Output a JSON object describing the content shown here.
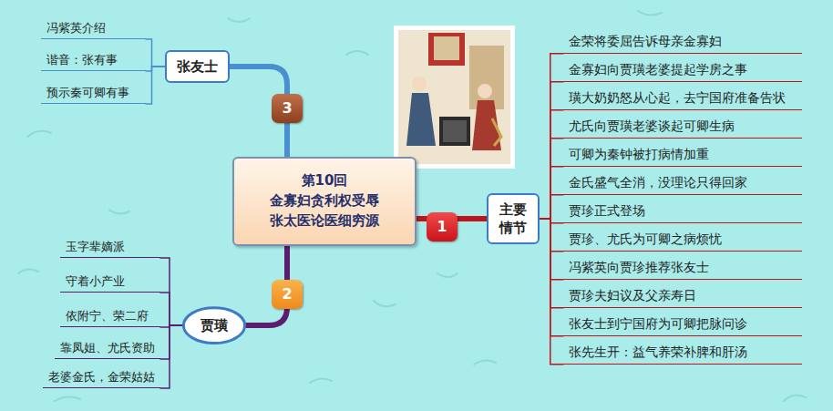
{
  "diagram": {
    "nodes": [
      {
        "text": [
          "第10回 金寡妇贪利权受辱 张太医论医细穷源"
        ]
      },
      {
        "text": [
          "主要情节"
        ]
      },
      {
        "text": [
          "金荣将委屈告诉母亲金寡妇"
        ]
      },
      {
        "text": [
          "金寡妇向贾璜老婆提起学房之事"
        ]
      },
      {
        "text": [
          "璜大奶奶怒从心起，去宁国府准备告状"
        ]
      },
      {
        "text": [
          "尤氏向贾璜老婆谈起可卿生病"
        ]
      },
      {
        "text": [
          "可卿为秦钟被打病情加重"
        ]
      },
      {
        "text": [
          "金氏盛气全消，没理论只得回家"
        ]
      },
      {
        "text": [
          "贾珍正式登场"
        ]
      },
      {
        "text": [
          "贾珍、尤氏为可卿之病烦忧"
        ]
      },
      {
        "text": [
          "冯紫英向贾珍推荐张友士"
        ]
      },
      {
        "text": [
          "贾珍夫妇议及父亲寿日"
        ]
      },
      {
        "text": [
          "张友士到宁国府为可卿把脉问诊"
        ]
      },
      {
        "text": [
          "张先生开：益气养荣补脾和肝汤"
        ]
      },
      {
        "text": [
          "贾璜"
        ]
      },
      {
        "text": [
          "玉字辈嫡派"
        ]
      },
      {
        "text": [
          "守着小产业"
        ]
      },
      {
        "text": [
          "依附宁、荣二府"
        ]
      },
      {
        "text": [
          "靠凤姐、尤氏资助"
        ]
      },
      {
        "text": [
          "老婆金氏，金荣姑姑"
        ]
      },
      {
        "text": [
          "张友士"
        ]
      },
      {
        "text": [
          "冯紫英介绍"
        ]
      },
      {
        "text": [
          "谐音：张有事"
        ]
      },
      {
        "text": [
          "预示秦可卿有事"
        ]
      }
    ],
    "edges": [
      {
        "from": 0,
        "to": 1,
        "label": "1",
        "arrow": "none"
      },
      {
        "from": 1,
        "to": 2,
        "arrow": "none"
      },
      {
        "from": 1,
        "to": 3,
        "arrow": "none"
      },
      {
        "from": 1,
        "to": 4,
        "arrow": "none"
      },
      {
        "from": 1,
        "to": 5,
        "arrow": "none"
      },
      {
        "from": 1,
        "to": 6,
        "arrow": "none"
      },
      {
        "from": 1,
        "to": 7,
        "arrow": "none"
      },
      {
        "from": 1,
        "to": 8,
        "arrow": "none"
      },
      {
        "from": 1,
        "to": 9,
        "arrow": "none"
      },
      {
        "from": 1,
        "to": 10,
        "arrow": "none"
      },
      {
        "from": 1,
        "to": 11,
        "arrow": "none"
      },
      {
        "from": 1,
        "to": 12,
        "arrow": "none"
      },
      {
        "from": 1,
        "to": 13,
        "arrow": "none"
      },
      {
        "from": 0,
        "to": 14,
        "label": "2",
        "arrow": "none"
      },
      {
        "from": 14,
        "to": 15,
        "arrow": "none"
      },
      {
        "from": 14,
        "to": 16,
        "arrow": "none"
      },
      {
        "from": 14,
        "to": 17,
        "arrow": "none"
      },
      {
        "from": 14,
        "to": 18,
        "arrow": "none"
      },
      {
        "from": 14,
        "to": 19,
        "arrow": "none"
      },
      {
        "from": 0,
        "to": 20,
        "label": "3",
        "arrow": "none"
      },
      {
        "from": 20,
        "to": 21,
        "arrow": "none"
      },
      {
        "from": 20,
        "to": 22,
        "arrow": "none"
      },
      {
        "from": 20,
        "to": 23,
        "arrow": "none"
      }
    ]
  }
}
